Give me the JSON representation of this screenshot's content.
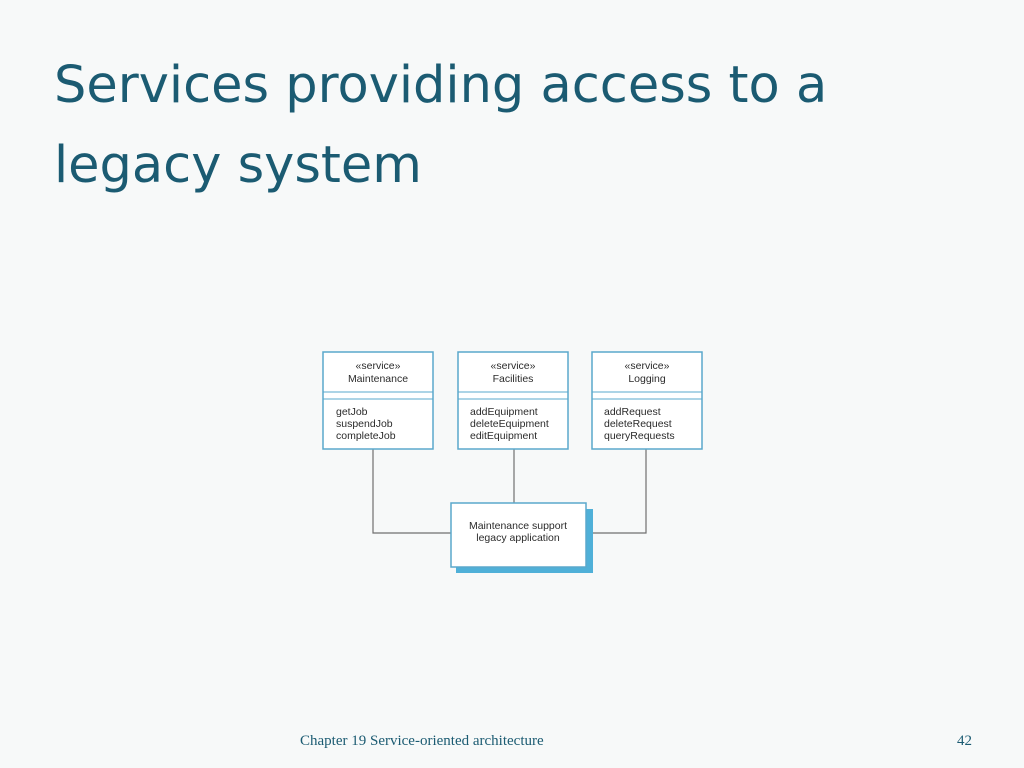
{
  "slide": {
    "title": "Services providing access to a legacy system"
  },
  "diagram": {
    "services": [
      {
        "stereotype": "«service»",
        "name": "Maintenance",
        "operations": [
          "getJob",
          "suspendJob",
          "completeJob"
        ]
      },
      {
        "stereotype": "«service»",
        "name": "Facilities",
        "operations": [
          "addEquipment",
          "deleteEquipment",
          "editEquipment"
        ]
      },
      {
        "stereotype": "«service»",
        "name": "Logging",
        "operations": [
          "addRequest",
          "deleteRequest",
          "queryRequests"
        ]
      }
    ],
    "legacy": {
      "line1": "Maintenance support",
      "line2": "legacy application"
    }
  },
  "footer": {
    "chapter": "Chapter 19 Service-oriented architecture",
    "page": "42"
  },
  "colors": {
    "title": "#1b5b72",
    "box_border": "#5aa8cc",
    "legacy_shadow": "#4fb0d8"
  }
}
